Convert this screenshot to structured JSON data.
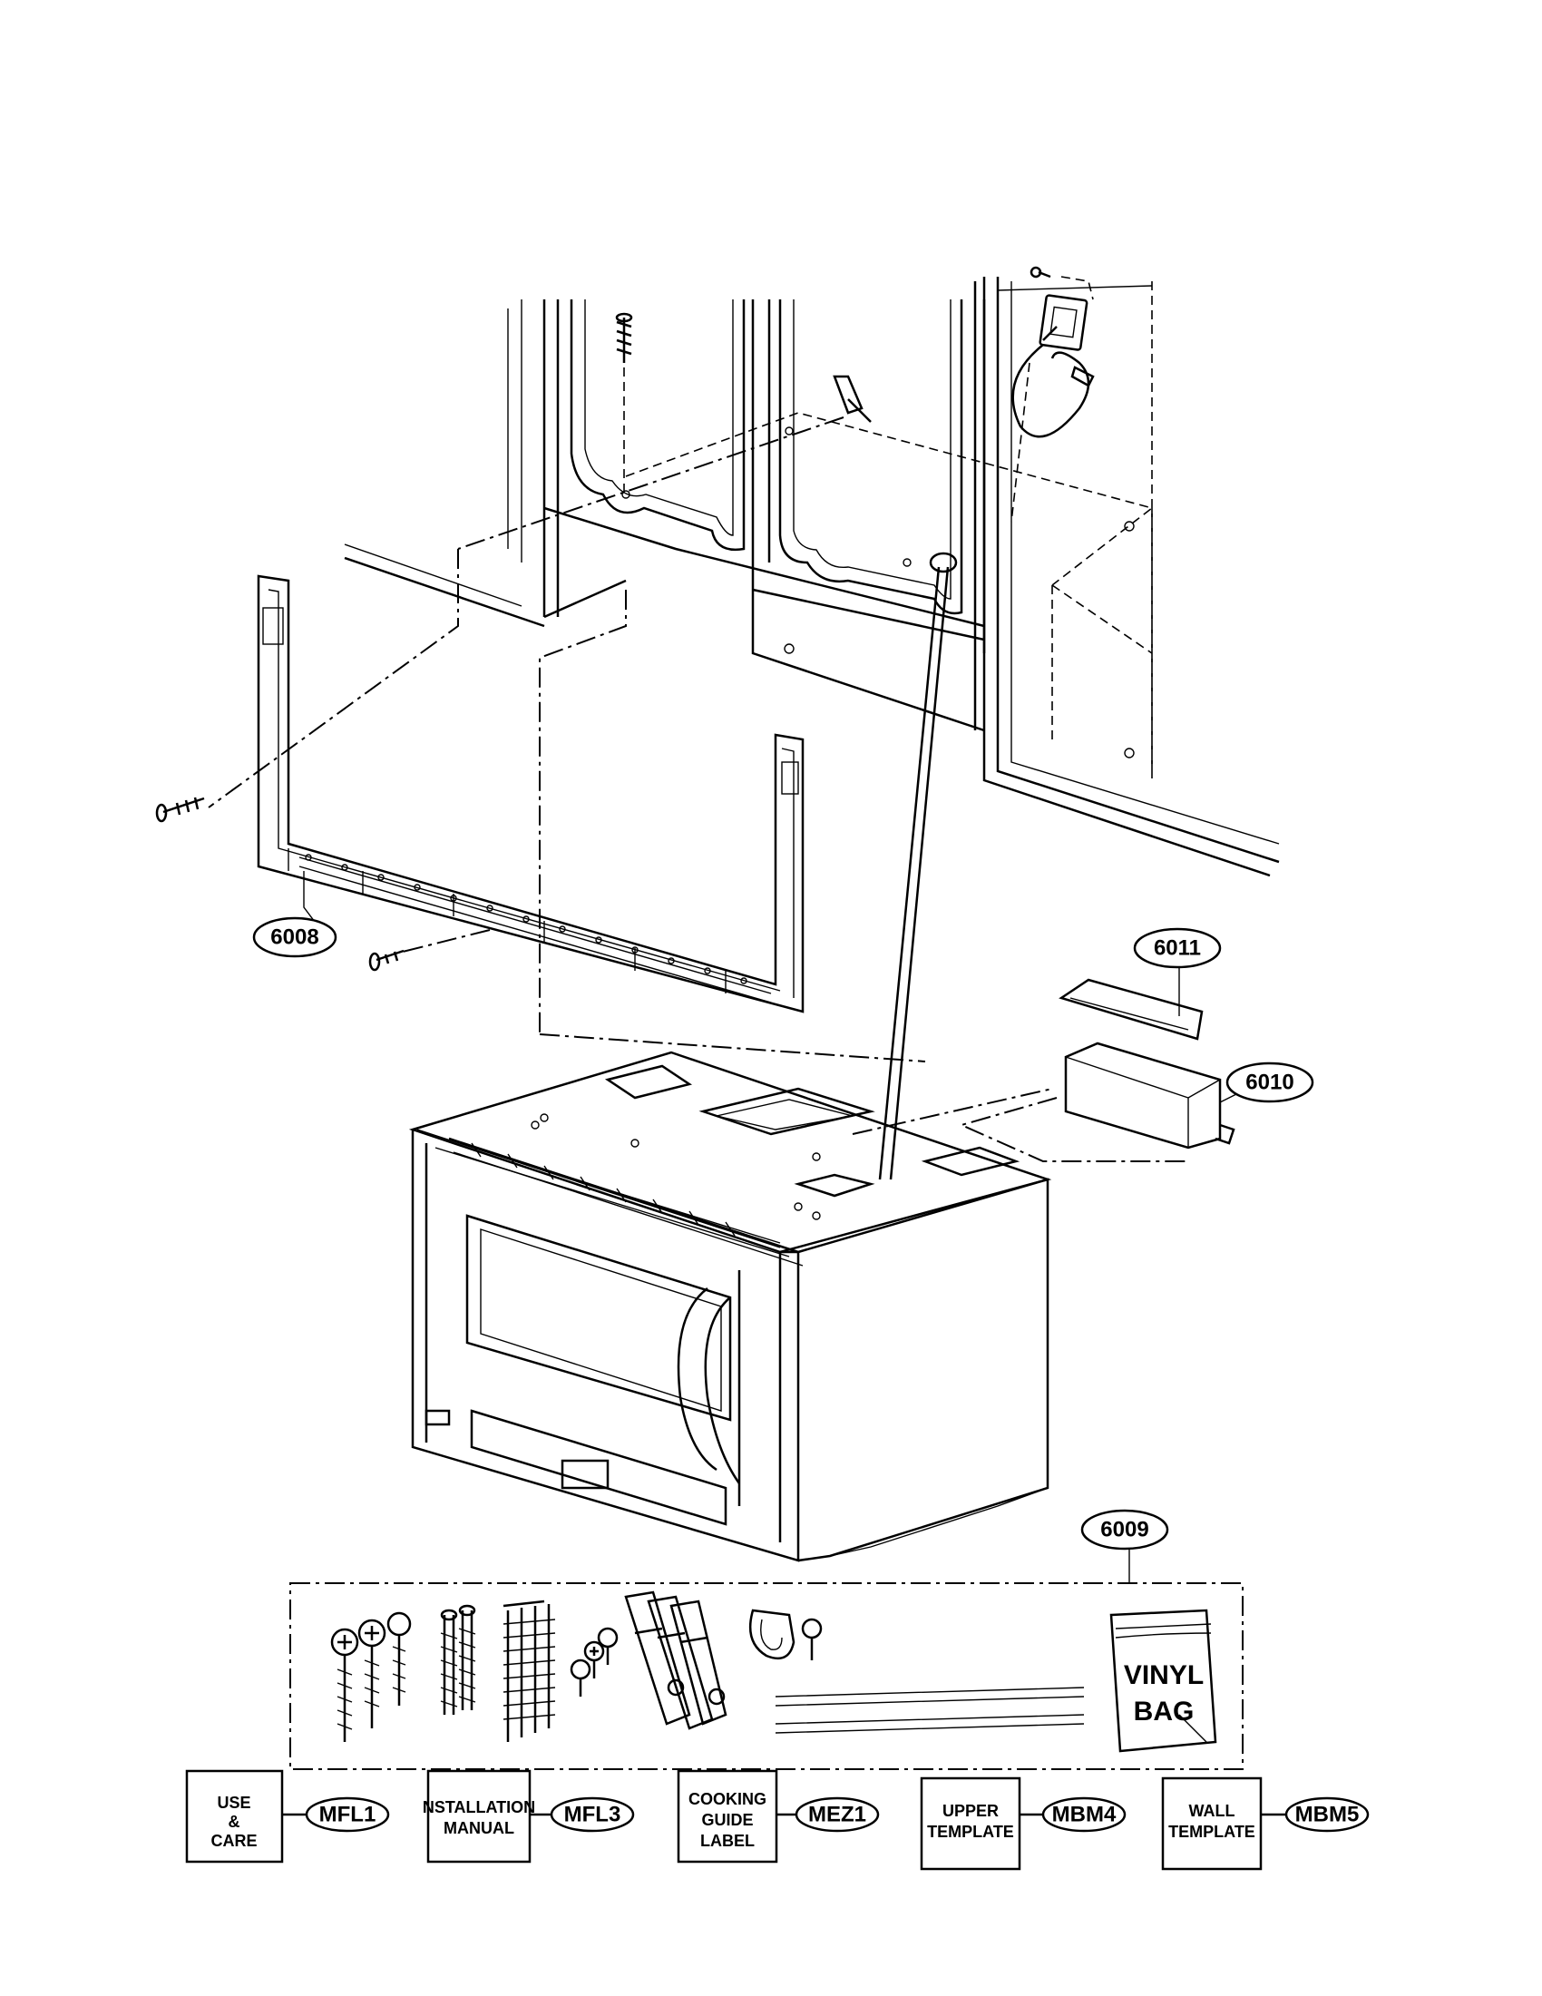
{
  "diagram": {
    "part_callouts": [
      {
        "id": "6008",
        "label": "6008"
      },
      {
        "id": "6009",
        "label": "6009"
      },
      {
        "id": "6010",
        "label": "6010"
      },
      {
        "id": "6011",
        "label": "6011"
      }
    ],
    "vinyl_bag": {
      "line1": "VINYL",
      "line2": "BAG"
    },
    "documents": [
      {
        "code": "MFL1",
        "lines": [
          "USE",
          "&",
          "CARE"
        ]
      },
      {
        "code": "MFL3",
        "lines": [
          "NSTALLATION",
          "MANUAL"
        ]
      },
      {
        "code": "MEZ1",
        "lines": [
          "COOKING",
          "GUIDE",
          "LABEL"
        ]
      },
      {
        "code": "MBM4",
        "lines": [
          "UPPER",
          "TEMPLATE"
        ]
      },
      {
        "code": "MBM5",
        "lines": [
          "WALL",
          "TEMPLATE"
        ]
      }
    ],
    "icons": [
      "screw-icon",
      "wall-outlet-icon",
      "power-cord-icon",
      "toggle-bolt-icon",
      "vinyl-bag-icon"
    ]
  }
}
